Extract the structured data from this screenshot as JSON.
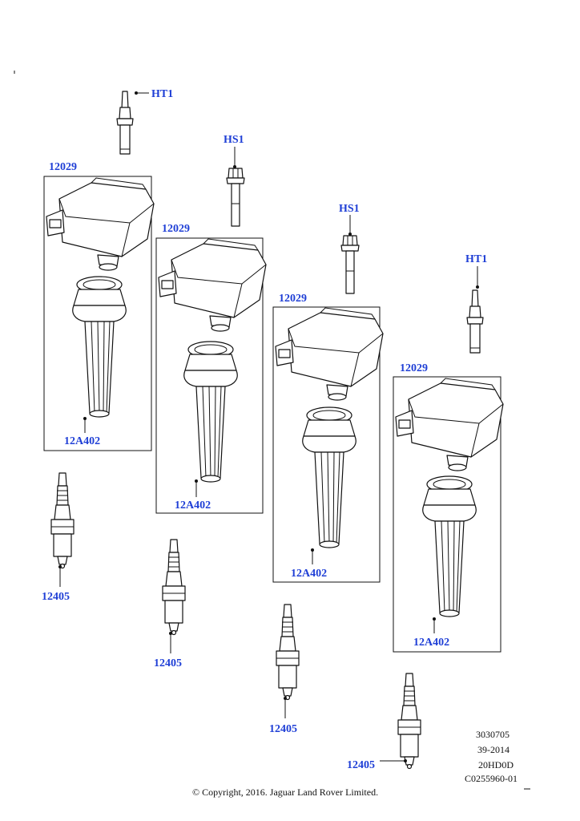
{
  "callouts": {
    "ht1_a": "HT1",
    "hs1_a": "HS1",
    "hs1_b": "HS1",
    "ht1_b": "HT1",
    "coil_1": "12029",
    "coil_2": "12029",
    "coil_3": "12029",
    "coil_4": "12029",
    "boot_1": "12A402",
    "boot_2": "12A402",
    "boot_3": "12A402",
    "boot_4": "12A402",
    "plug_1": "12405",
    "plug_2": "12405",
    "plug_3": "12405",
    "plug_4": "12405"
  },
  "reference": {
    "line1": "3030705",
    "line2": "39-2014",
    "line3": "20HD0D",
    "line4": "C0255960-01"
  },
  "copyright": "© Copyright, 2016. Jaguar Land Rover Limited.",
  "colors": {
    "callout": "#1f3fd6",
    "linework": "#111111"
  }
}
